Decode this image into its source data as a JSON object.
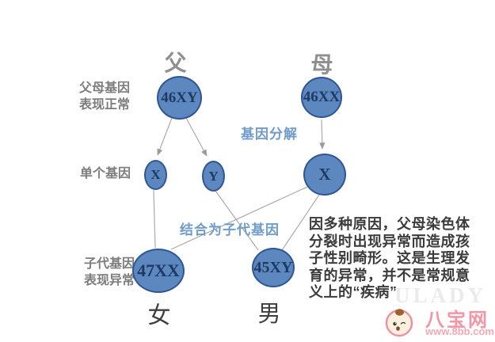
{
  "title": {
    "father": "父",
    "mother": "母"
  },
  "labels": {
    "parents_line1": "父母基因",
    "parents_line2": "表现正常",
    "single_gene": "单个基因",
    "offspring_line1": "子代基因",
    "offspring_line2": "表现异常",
    "female": "女",
    "male": "男"
  },
  "annotations": {
    "gene_split": "基因分解",
    "combine": "结合为子代基因"
  },
  "nodes": {
    "father_genome": "46XY",
    "mother_genome": "46XX",
    "gene_x_father": "X",
    "gene_y_father": "Y",
    "gene_x_mother": "X",
    "child_female": "47XX",
    "child_male": "45XY"
  },
  "paragraph": {
    "lines": [
      "因多种原因，父母染色体",
      "分裂时出现异常而造成孩",
      "子性别畸形。这是生理发",
      "育的异常，并不是常规意",
      "义上的“疾病”"
    ]
  },
  "watermark": {
    "site_name": "八宝网",
    "site_url": "www.8bb.com",
    "faint_text": "ULADY"
  },
  "colors": {
    "node_fill": "#5c88bf",
    "node_border": "#2f5694",
    "node_text": "#1e3a64",
    "annotation_blue": "#6f9cc9",
    "label_gray": "#7d7d7d",
    "brand_pink": "#f295a7",
    "line_gray": "#ababab"
  }
}
